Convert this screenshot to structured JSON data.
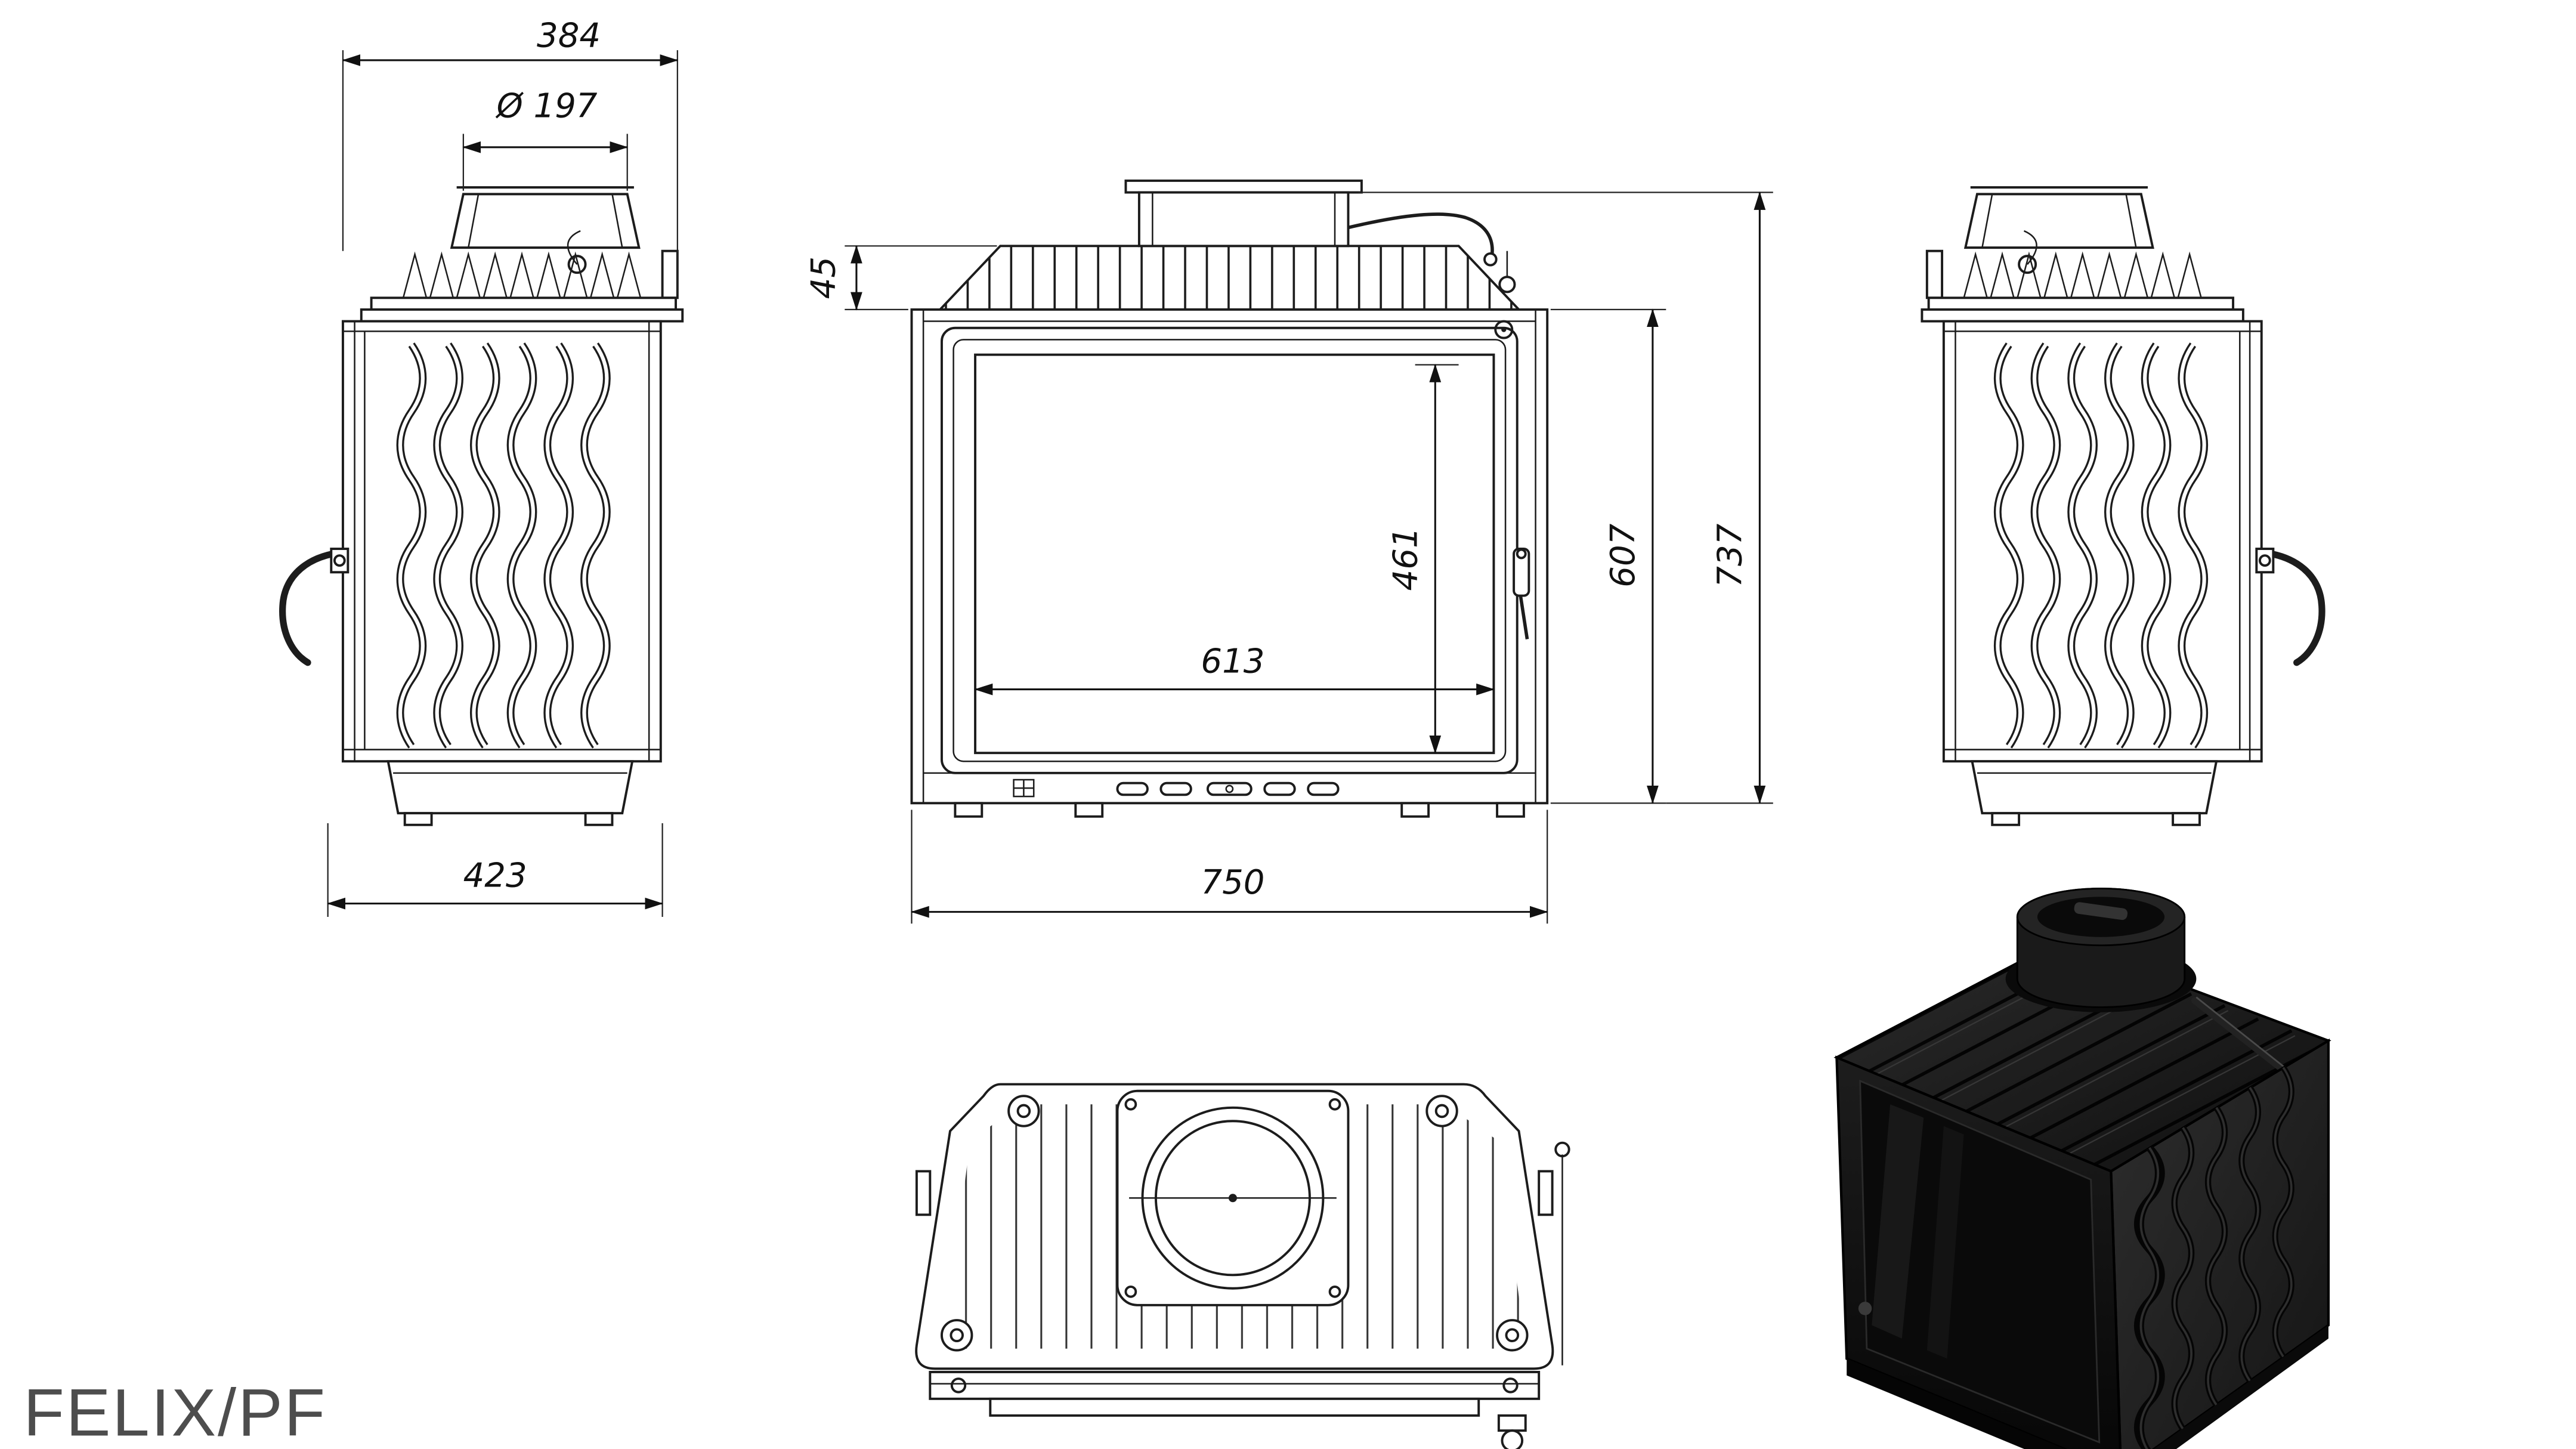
{
  "title": "FELIX/PF",
  "drawing": {
    "dimensions": {
      "top_width": "384",
      "flue_diameter": "Ø 197",
      "depth": "423",
      "flue_plate_offset": "45",
      "glass_height": "461",
      "glass_width": "613",
      "body_height": "607",
      "total_height": "737",
      "total_width": "750"
    },
    "colors": {
      "line": "#1c1c1c",
      "dimension": "#111111",
      "background": "#ffffff",
      "title_text": "#4d4d4d",
      "render_black": "#0d0d0d"
    }
  }
}
